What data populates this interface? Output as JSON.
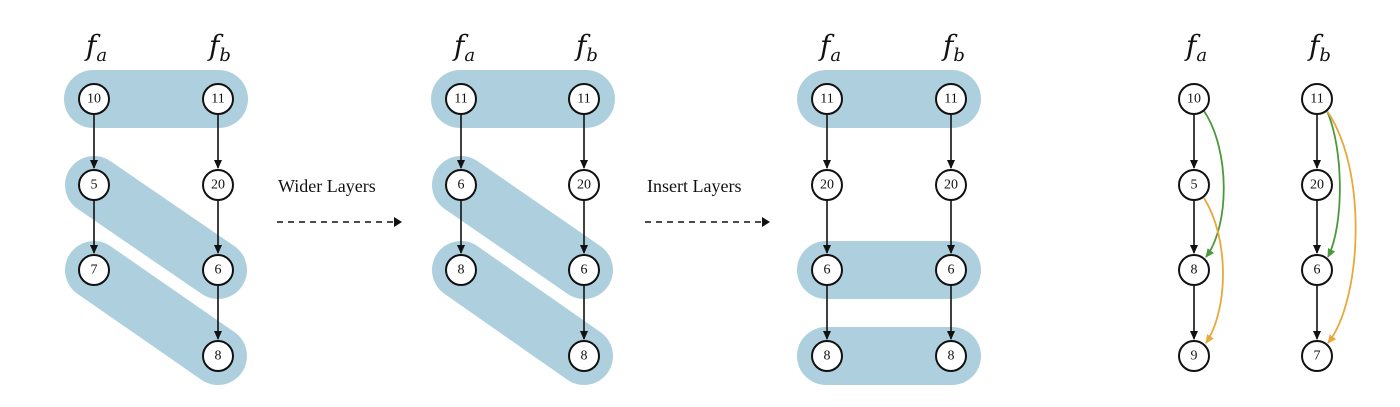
{
  "column_labels": {
    "fa_main": "f",
    "fa_sub": "a",
    "fb_main": "f",
    "fb_sub": "b"
  },
  "operations": {
    "wider": "Wider Layers",
    "insert": "Insert Layers"
  },
  "panels": [
    {
      "id": "p1",
      "fa_nodes": [
        "10",
        "5",
        "7"
      ],
      "fb_nodes": [
        "11",
        "20",
        "6",
        "8"
      ]
    },
    {
      "id": "p2",
      "fa_nodes": [
        "11",
        "6",
        "8"
      ],
      "fb_nodes": [
        "11",
        "20",
        "6",
        "8"
      ]
    },
    {
      "id": "p3",
      "fa_nodes": [
        "11",
        "20",
        "6",
        "8"
      ],
      "fb_nodes": [
        "11",
        "20",
        "6",
        "8"
      ]
    },
    {
      "id": "p4",
      "fa_nodes": [
        "10",
        "5",
        "8",
        "9"
      ],
      "fb_nodes": [
        "11",
        "20",
        "6",
        "7"
      ]
    }
  ],
  "colors": {
    "band": "#aed0de",
    "green_skip": "#4a9a3b",
    "orange_skip": "#e8a83a"
  }
}
